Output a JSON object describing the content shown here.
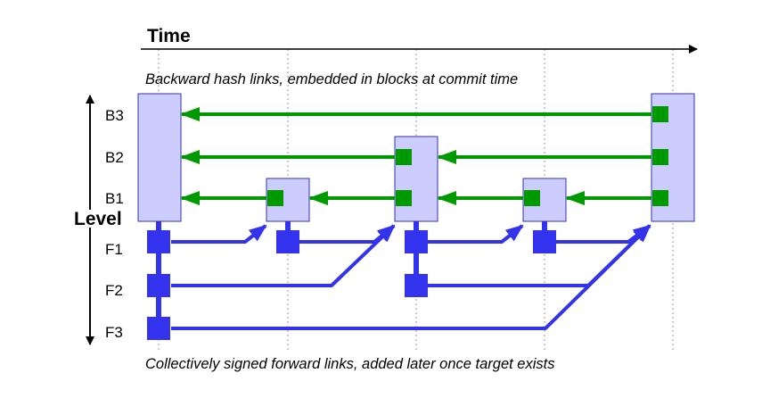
{
  "title": "Time",
  "axis_label": "Level",
  "backward_caption": "Backward hash links, embedded in blocks at commit time",
  "forward_caption": "Collectively signed forward links, added later once target exists",
  "levels": {
    "backward": [
      "B3",
      "B2",
      "B1"
    ],
    "forward": [
      "F1",
      "F2",
      "F3"
    ]
  },
  "colors": {
    "block_fill": "#ccccff",
    "block_stroke": "#3333aa",
    "backward_link": "#009900",
    "forward_link": "#3333ee",
    "gridline": "#999999"
  }
}
